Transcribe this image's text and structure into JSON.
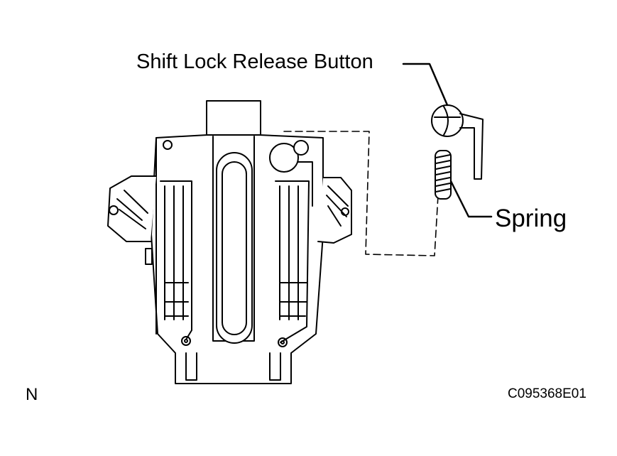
{
  "diagram": {
    "labels": {
      "shift_lock_release_button": "Shift Lock Release Button",
      "spring": "Spring"
    },
    "view_marker": "N",
    "figure_code": "C095368E01"
  }
}
